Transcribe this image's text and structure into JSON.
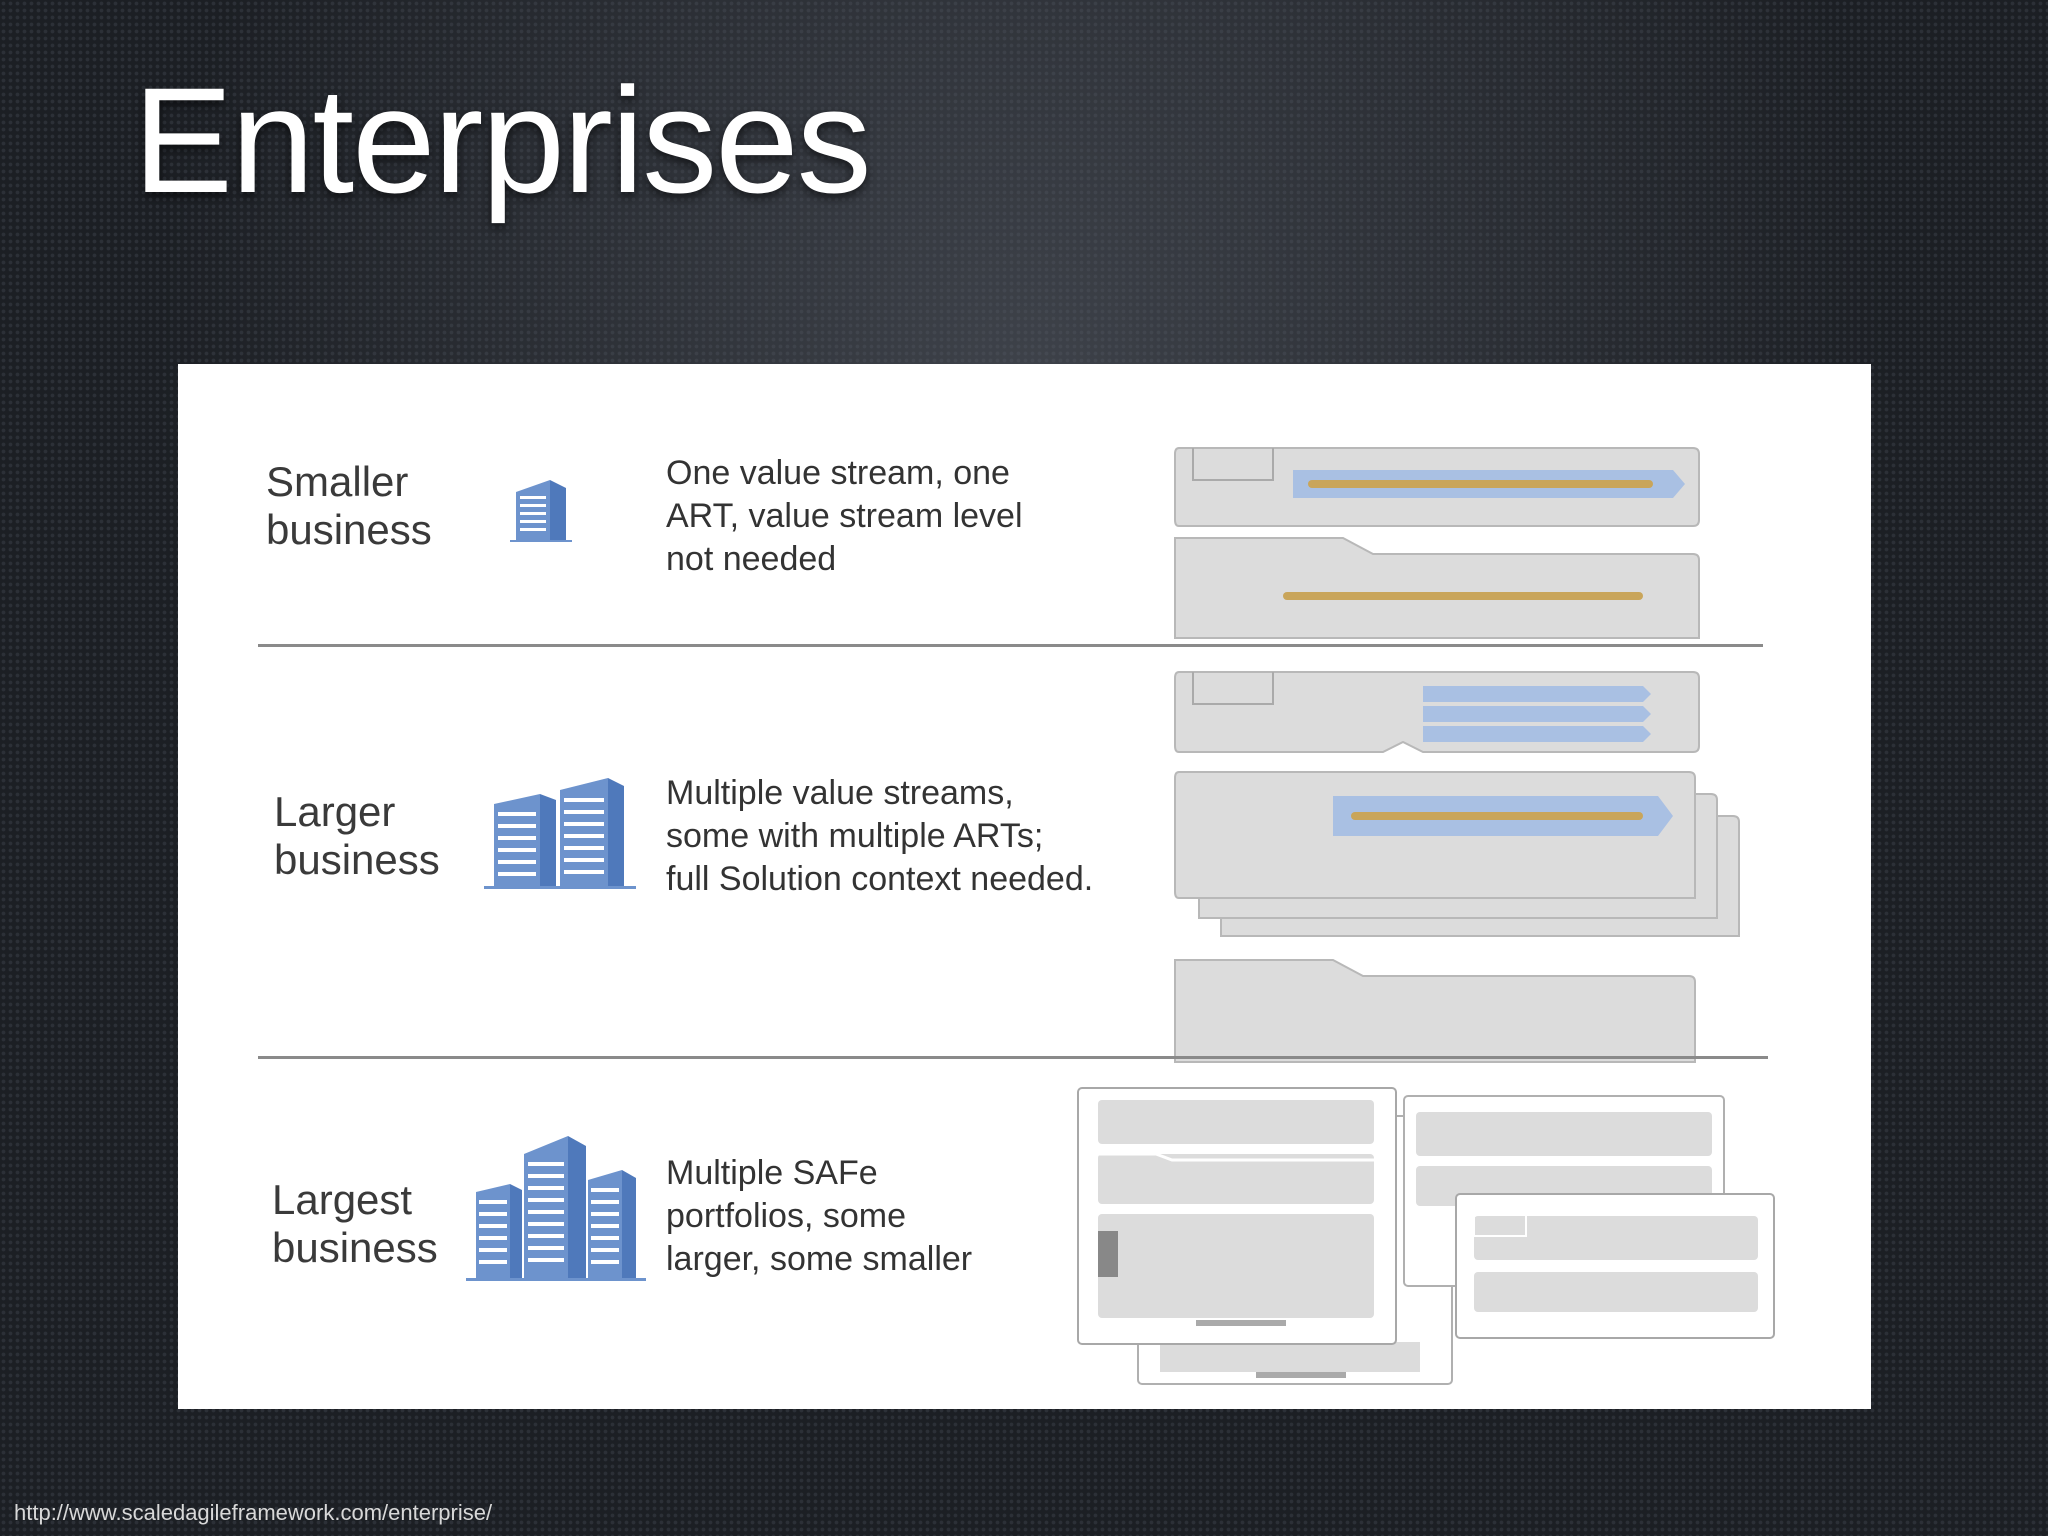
{
  "slide": {
    "title": "Enterprises",
    "source_url": "http://www.scaledagileframework.com/enterprise/"
  },
  "rows": [
    {
      "label": "Smaller business",
      "description": "One value stream, one\nART, value stream level\nnot needed"
    },
    {
      "label": "Larger business",
      "description": "Multiple value streams,\nsome with multiple ARTs;\nfull Solution context needed."
    },
    {
      "label": "Largest business",
      "description": "Multiple SAFe\nportfolios, some\nlarger, some smaller"
    }
  ],
  "colors": {
    "building_blue": "#6d93cd",
    "panel_gray": "#dcdcdc",
    "train_gold": "#c9a55a",
    "arrow_blue": "#a9c0e3"
  },
  "icons": [
    "small-building-icon",
    "medium-buildings-icon",
    "large-buildings-icon"
  ]
}
